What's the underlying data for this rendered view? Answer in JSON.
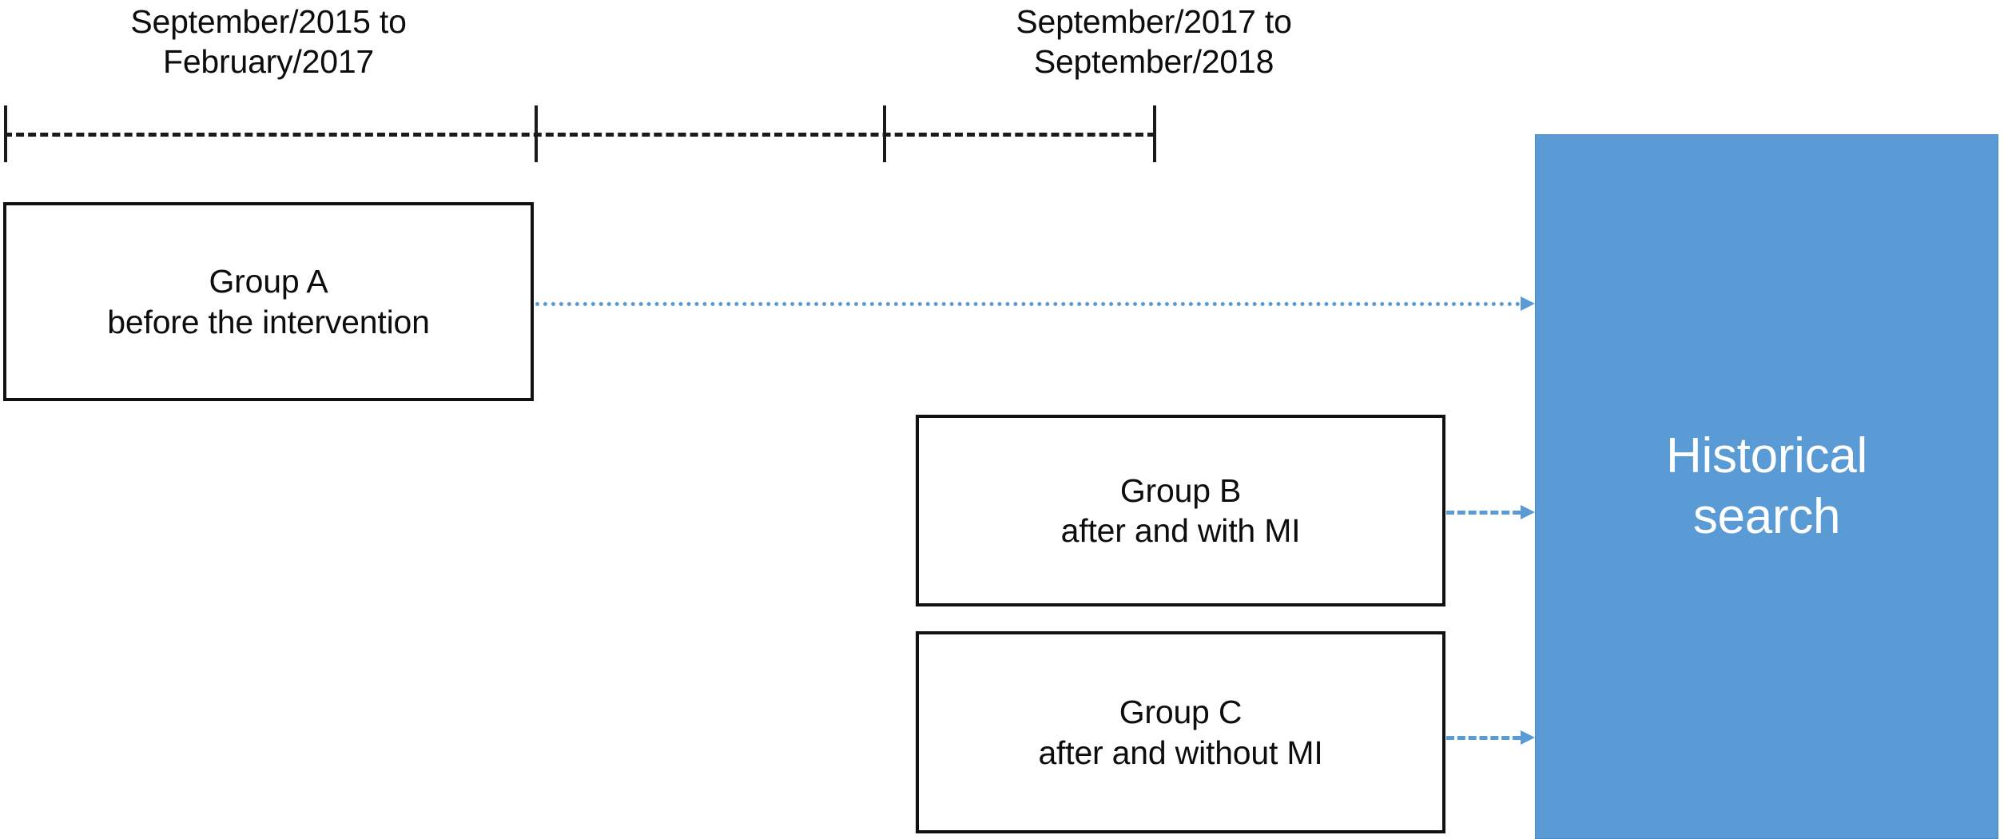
{
  "diagram": {
    "title": "Study design timeline with participant groups feeding into historical search",
    "colors": {
      "accent_blue": "#5B9BD5",
      "box_border": "#111111",
      "text": "#0D0D0D",
      "destination_text": "#FFFFFF",
      "timeline": "#1A1A1A"
    },
    "timeline": {
      "periods": [
        {
          "id": "period-a",
          "label": "September/2015 to\nFebruary/2017",
          "start": "September/2015",
          "end": "February/2017"
        },
        {
          "id": "period-b",
          "label": "September/2017 to\nSeptember/2018",
          "start": "September/2017",
          "end": "September/2018"
        }
      ],
      "tick_count": 4,
      "line_style": "dashed"
    },
    "groups": [
      {
        "id": "group-a",
        "name": "Group A",
        "description": "before the intervention",
        "label": "Group A\nbefore the intervention",
        "period": "period-a"
      },
      {
        "id": "group-b",
        "name": "Group B",
        "description": "after and with MI",
        "label": "Group B\nafter and with MI",
        "period": "period-b"
      },
      {
        "id": "group-c",
        "name": "Group C",
        "description": "after and without MI",
        "label": "Group C\nafter and without MI",
        "period": "period-b"
      }
    ],
    "destination": {
      "id": "historical-search",
      "label": "Historical\nsearch",
      "text": "Historical search"
    },
    "connectors": [
      {
        "id": "connector-a",
        "from": "group-a",
        "to": "historical-search",
        "style": "dotted-arrow"
      },
      {
        "id": "connector-b",
        "from": "group-b",
        "to": "historical-search",
        "style": "dashed-arrow"
      },
      {
        "id": "connector-c",
        "from": "group-c",
        "to": "historical-search",
        "style": "dashed-arrow"
      }
    ]
  }
}
